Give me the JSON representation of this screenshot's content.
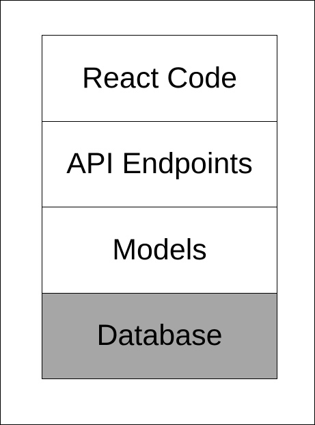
{
  "layers": [
    {
      "label": "React Code",
      "fill": "#ffffff"
    },
    {
      "label": "API Endpoints",
      "fill": "#ffffff"
    },
    {
      "label": "Models",
      "fill": "#ffffff"
    },
    {
      "label": "Database",
      "fill": "#a6a6a6"
    }
  ]
}
